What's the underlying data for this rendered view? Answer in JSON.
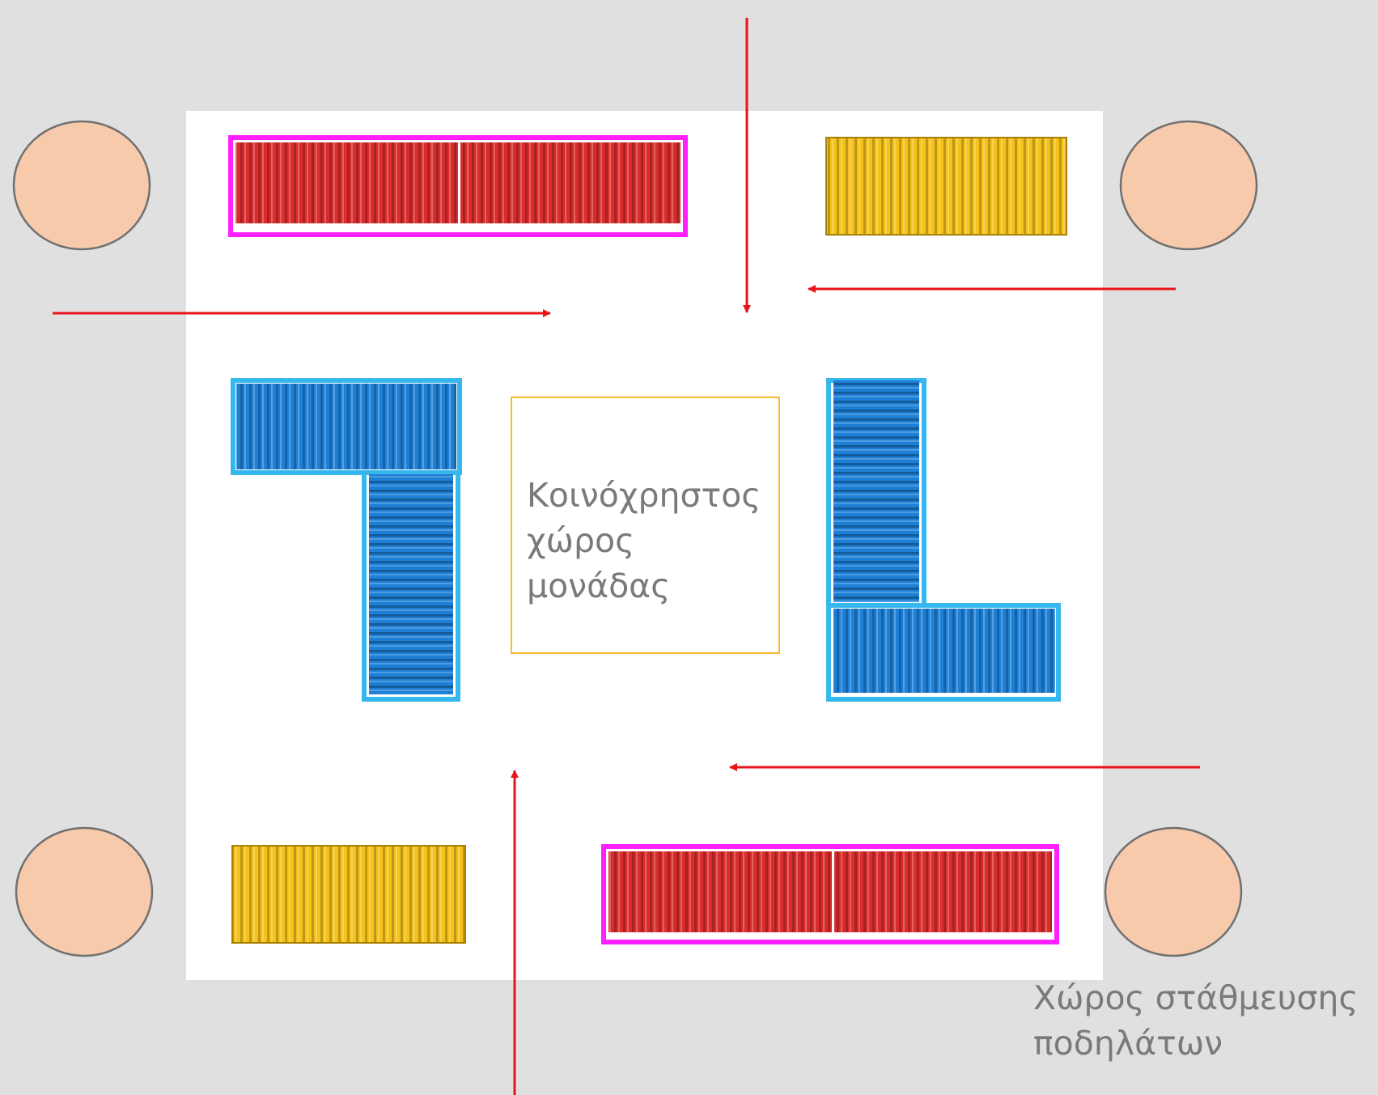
{
  "colors": {
    "background": "#e0e0e0",
    "site": "#ffffff",
    "container_red": "#d92c2c",
    "container_red_outline": "#ff1fff",
    "container_yellow": "#f4c21a",
    "container_blue": "#1e7fd6",
    "container_blue_outline": "#36b8ee",
    "common_area_border": "#f7b92b",
    "parking_circle_fill": "#f7caab",
    "parking_circle_stroke": "#707070",
    "arrow": "#e8141b",
    "text": "#7a7a7a"
  },
  "common_area": {
    "line1": "Κοινόχρηστος",
    "line2": "χώρος",
    "line3": "μονάδας"
  },
  "bike_parking": {
    "line1": "Χώρος στάθμευσης",
    "line2": "ποδηλάτων"
  },
  "containers": {
    "red": 2,
    "yellow": 2,
    "blue": 4
  },
  "parking_spots": 4,
  "access_arrows": 5
}
